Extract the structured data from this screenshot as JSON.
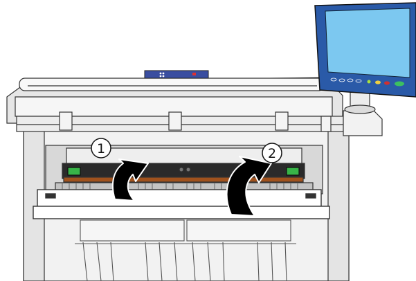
{
  "steps": [
    {
      "number": "1",
      "action": "lift-up"
    },
    {
      "number": "2",
      "action": "lift-up"
    }
  ],
  "colors": {
    "outline": "#333333",
    "body_light": "#f4f4f4",
    "body_mid": "#dedede",
    "body_dark": "#c8c8c8",
    "screen_blue": "#7cc8f0",
    "monitor_frame": "#2a5aa8",
    "control_strip": "#3a4ea0",
    "arrow_fill": "#000000",
    "rail_brown": "#a0521d",
    "led_green": "#38b448",
    "led_yellow": "#f0d040",
    "led_red": "#d03030",
    "button_green": "#3cc060"
  },
  "icons": [
    "arrow-lift-icon",
    "arrow-lift-icon"
  ]
}
